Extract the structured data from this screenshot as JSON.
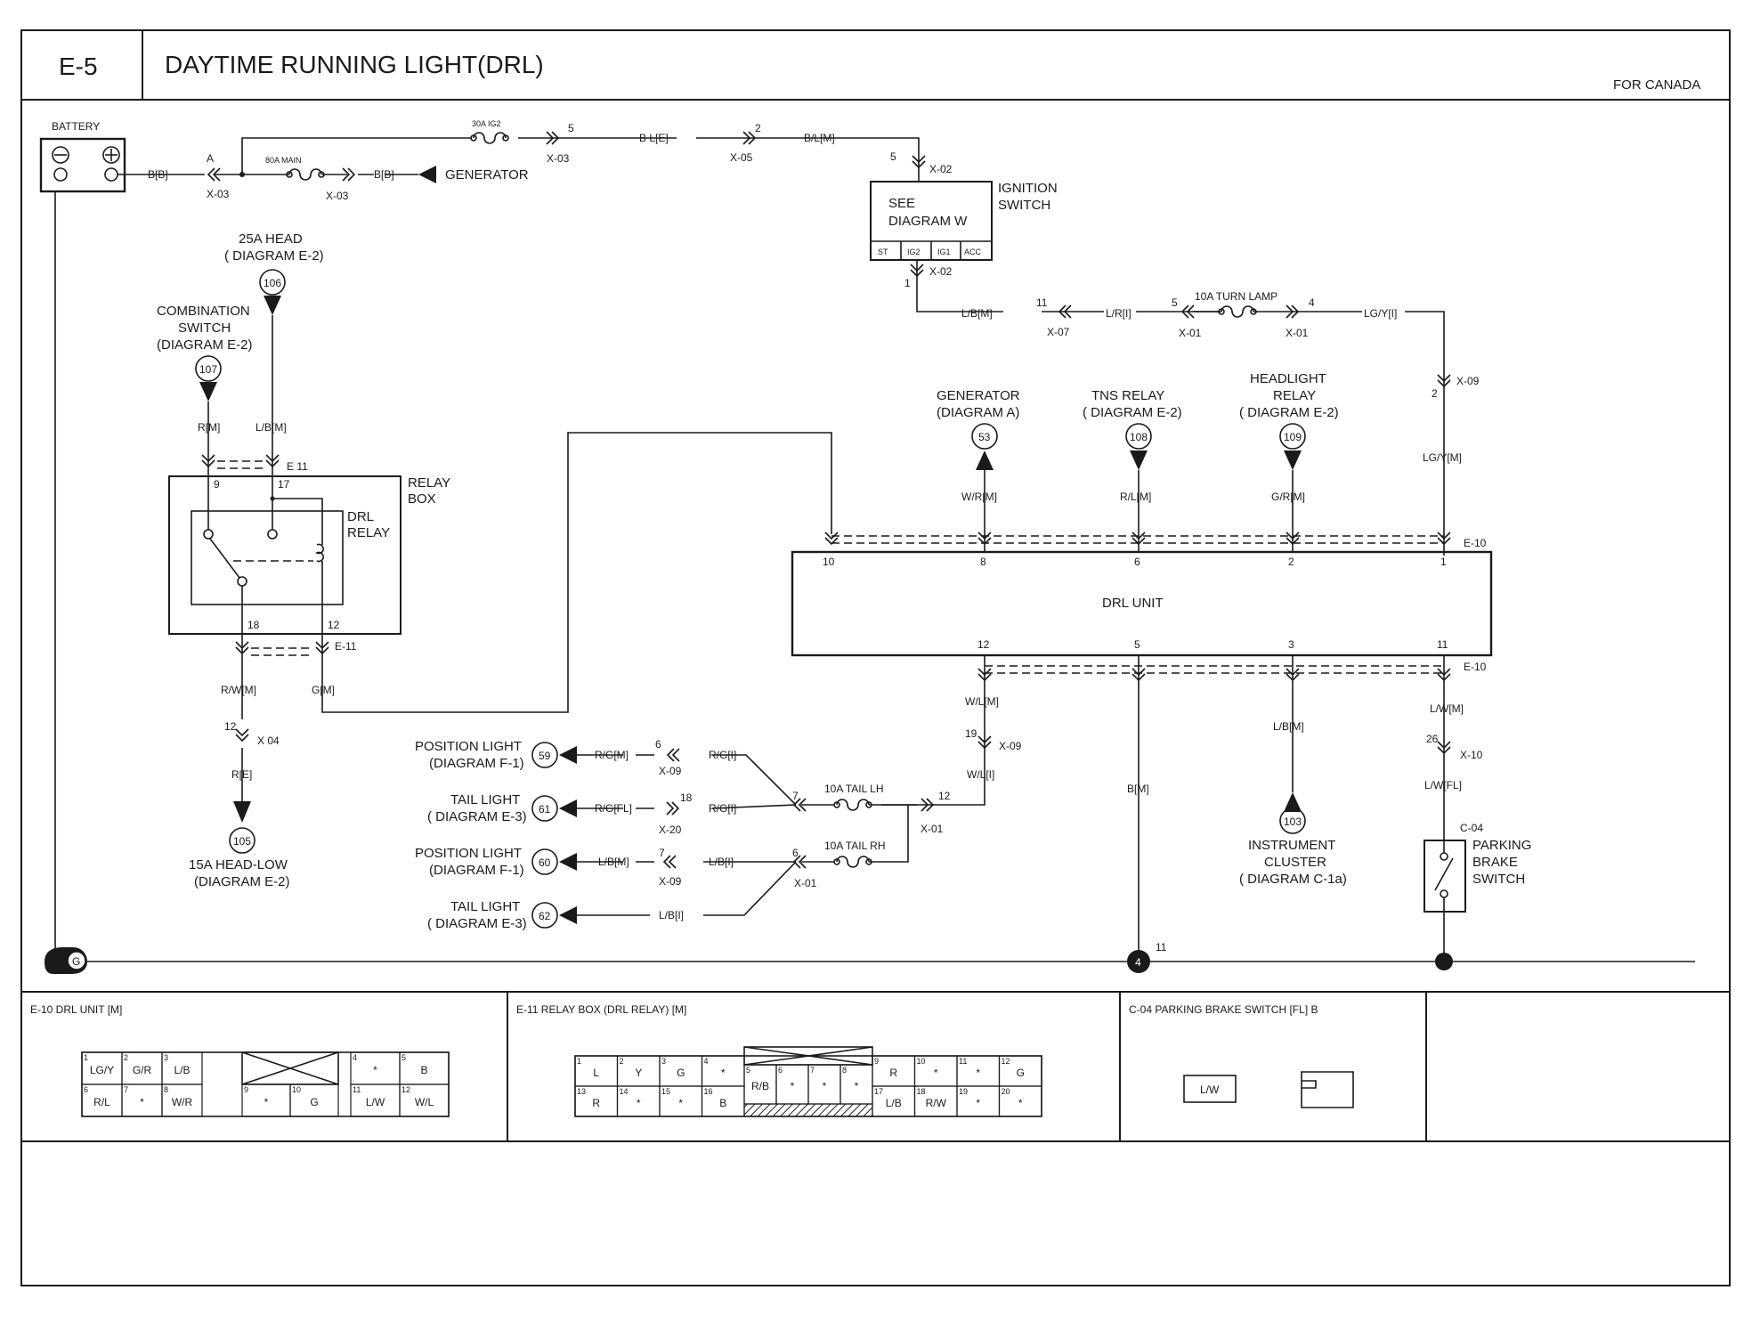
{
  "header": {
    "code": "E-5",
    "title": "DAYTIME RUNNING LIGHT(DRL)",
    "region": "FOR CANADA"
  },
  "colors": {
    "ink": "#1a1a1a",
    "background": "#ffffff"
  },
  "power": {
    "battery": "BATTERY",
    "minus": "⊖",
    "plus": "⊕",
    "fuse_ig2": "30A IG2",
    "fuse_main": "80A MAIN",
    "generator": "GENERATOR",
    "wire_bb1": "B[B]",
    "wire_bb2": "B[B]",
    "wire_ble": "B L[E]",
    "wire_blm": "B/L[M]",
    "pin_a": "A",
    "pin_5a": "5",
    "pin_2a": "2",
    "pin_5b": "5",
    "pin_1": "1",
    "x03a": "X-03",
    "x03b": "X-03",
    "x03c": "X-03",
    "x05": "X-05",
    "x02a": "X-02",
    "x02b": "X-02"
  },
  "ignition": {
    "box_line1": "SEE",
    "box_line2": "DIAGRAM W",
    "label_line1": "IGNITION",
    "label_line2": "SWITCH",
    "terminals": [
      "ST",
      "IG2",
      "IG1",
      "ACC"
    ]
  },
  "turn_line": {
    "w_lbm": "L/B[M]",
    "w_lri": "L/R[I]",
    "w_lgyi": "LG/Y[I]",
    "w_lgym": "LG/Y[M]",
    "fuse_turn": "10A TURN LAMP",
    "pin_11": "11",
    "pin_5": "5",
    "pin_4": "4",
    "pin_2": "2",
    "x07": "X-07",
    "x01a": "X-01",
    "x01b": "X-01",
    "x09": "X-09"
  },
  "left": {
    "head25_line1": "25A HEAD",
    "head25_line2": "( DIAGRAM E-2)",
    "ref_106": "106",
    "comb_line1": "COMBINATION",
    "comb_line2": "SWITCH",
    "comb_line3": "(DIAGRAM E-2)",
    "ref_107": "107",
    "w_rm": "R[M]",
    "w_lbm": "L/B[M]",
    "e11_top": "E 11",
    "relay_box_line1": "RELAY",
    "relay_box_line2": "BOX",
    "drl_relay_line1": "DRL",
    "drl_relay_line2": "RELAY",
    "pin_9": "9",
    "pin_17": "17",
    "pin_18": "18",
    "pin_12": "12",
    "e11_bot": "E-11",
    "w_rwm": "R/W[M]",
    "w_gm": "G[M]",
    "pin_12b": "12",
    "x04": "X 04",
    "w_re": "R[E]",
    "ref_105": "105",
    "head_low_line1": "15A HEAD-LOW",
    "head_low_line2": "(DIAGRAM E-2)"
  },
  "drl_unit": {
    "label": "DRL UNIT",
    "top_pins": [
      "10",
      "8",
      "6",
      "2",
      "1"
    ],
    "bottom_pins": [
      "12",
      "5",
      "3",
      "11"
    ],
    "e10_top": "E-10",
    "e10_bottom": "E-10"
  },
  "inputs": {
    "gen_line1": "GENERATOR",
    "gen_line2": "(DIAGRAM A)",
    "ref_53": "53",
    "w_wrm": "W/R[M]",
    "tns_line1": "TNS RELAY",
    "tns_line2": "( DIAGRAM E-2)",
    "ref_108": "108",
    "w_rlm": "R/L[M]",
    "hl_line1": "HEADLIGHT",
    "hl_line2": "RELAY",
    "hl_line3": "( DIAGRAM E-2)",
    "ref_109": "109",
    "w_grm": "G/R[M]"
  },
  "outputs": {
    "w_wlm": "W/L[M]",
    "pin_19": "19",
    "x09": "X-09",
    "w_wli": "W/L[I]",
    "pin_12": "12",
    "x01": "X-01",
    "w_bm": "B[M]",
    "w_lbm": "L/B[M]",
    "ref_103": "103",
    "cluster_line1": "INSTRUMENT",
    "cluster_line2": "CLUSTER",
    "cluster_line3": "( DIAGRAM C-1a)",
    "w_lwm": "L/W[M]",
    "pin_26": "26",
    "x10": "X-10",
    "w_lwfl": "L/W[FL]",
    "c04": "C-04",
    "pb_line1": "PARKING",
    "pb_line2": "BRAKE",
    "pb_line3": "SWITCH",
    "ground_g": "G",
    "ground_4": "4",
    "pin_11g": "11"
  },
  "tail": {
    "fuse_lh": "10A TAIL LH",
    "fuse_rh": "10A TAIL RH",
    "pin_7": "7",
    "pin_6": "6",
    "x01": "X-01",
    "rows": [
      {
        "line1": "POSITION LIGHT",
        "line2": "(DIAGRAM F-1)",
        "ref": "59",
        "w_out": "R/G[M]",
        "pin": "6",
        "conn": "X-09",
        "w_in": "R/G[I]"
      },
      {
        "line1": "TAIL LIGHT",
        "line2": "( DIAGRAM E-3)",
        "ref": "61",
        "w_out": "R/G[FL]",
        "pin": "18",
        "conn": "X-20",
        "w_in": "R/G[I]"
      },
      {
        "line1": "POSITION LIGHT",
        "line2": "(DIAGRAM F-1)",
        "ref": "60",
        "w_out": "L/B[M]",
        "pin": "7",
        "conn": "X-09",
        "w_in": "L/B[I]"
      },
      {
        "line1": "TAIL LIGHT",
        "line2": "( DIAGRAM E-3)",
        "ref": "62",
        "w_out": "",
        "pin": "",
        "conn": "",
        "w_in": "L/B[I]"
      }
    ]
  },
  "connectors": {
    "e10": {
      "title": "E-10 DRL UNIT [M]",
      "pins": [
        {
          "num": "1",
          "label": "LG/Y"
        },
        {
          "num": "2",
          "label": "G/R"
        },
        {
          "num": "3",
          "label": "L/B"
        },
        {
          "num": "4",
          "label": "*"
        },
        {
          "num": "5",
          "label": "B"
        },
        {
          "num": "6",
          "label": "R/L"
        },
        {
          "num": "7",
          "label": "*"
        },
        {
          "num": "8",
          "label": "W/R"
        },
        {
          "num": "9",
          "label": "*"
        },
        {
          "num": "10",
          "label": "G"
        },
        {
          "num": "11",
          "label": "L/W"
        },
        {
          "num": "12",
          "label": "W/L"
        }
      ]
    },
    "e11": {
      "title": "E-11 RELAY BOX (DRL RELAY) [M]",
      "pins": [
        {
          "num": "1",
          "label": "L"
        },
        {
          "num": "2",
          "label": "Y"
        },
        {
          "num": "3",
          "label": "G"
        },
        {
          "num": "4",
          "label": "*"
        },
        {
          "num": "5",
          "label": "R/B"
        },
        {
          "num": "6",
          "label": "*"
        },
        {
          "num": "7",
          "label": "*"
        },
        {
          "num": "8",
          "label": "*"
        },
        {
          "num": "9",
          "label": "R"
        },
        {
          "num": "10",
          "label": "*"
        },
        {
          "num": "11",
          "label": "*"
        },
        {
          "num": "12",
          "label": "G"
        },
        {
          "num": "13",
          "label": "R"
        },
        {
          "num": "14",
          "label": "*"
        },
        {
          "num": "15",
          "label": "*"
        },
        {
          "num": "16",
          "label": "B"
        },
        {
          "num": "17",
          "label": "L/B"
        },
        {
          "num": "18",
          "label": "R/W"
        },
        {
          "num": "19",
          "label": "*"
        },
        {
          "num": "20",
          "label": "*"
        }
      ]
    },
    "c04": {
      "title": "C-04 PARKING BRAKE SWITCH [FL] B",
      "pin_label": "L/W"
    }
  }
}
